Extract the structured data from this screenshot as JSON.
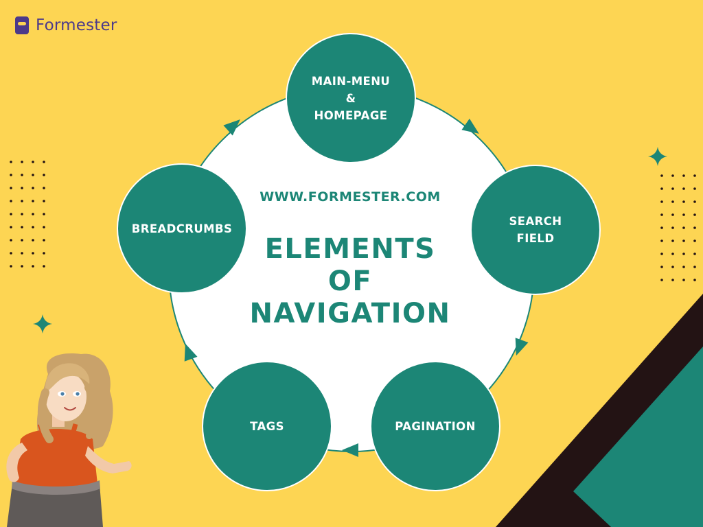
{
  "brand": {
    "name": "Formester"
  },
  "center": {
    "url": "WWW.FORMESTER.COM",
    "title": "ELEMENTS\nOF\nNAVIGATION"
  },
  "nodes": [
    {
      "id": "main-menu",
      "label": "MAIN-MENU\n&\nHOMEPAGE"
    },
    {
      "id": "search-field",
      "label": "SEARCH\nFIELD"
    },
    {
      "id": "pagination",
      "label": "PAGINATION"
    },
    {
      "id": "tags",
      "label": "TAGS"
    },
    {
      "id": "breadcrumbs",
      "label": "BREADCRUMBS"
    }
  ],
  "colors": {
    "background": "#FDD553",
    "teal": "#1C8676",
    "brand": "#4C3A8A",
    "dark": "#231314",
    "white": "#FFFFFF"
  }
}
